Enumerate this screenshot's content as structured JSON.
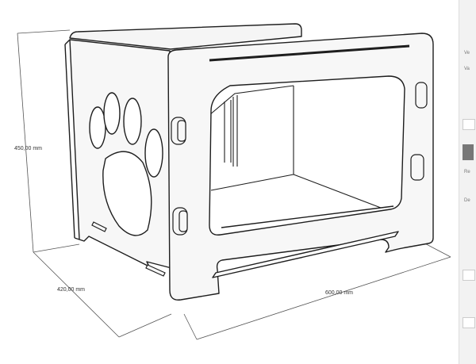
{
  "dimensions": {
    "height_label": "450,00 mm",
    "depth_label": "420,00 mm",
    "width_label": "600,00 mm"
  },
  "side_panel": {
    "labels": [
      "Ve",
      "Va",
      "Re",
      "De"
    ]
  },
  "colors": {
    "line": "#1e1e1e",
    "panel_fill": "#f7f7f7",
    "dimension_line": "#555555"
  }
}
